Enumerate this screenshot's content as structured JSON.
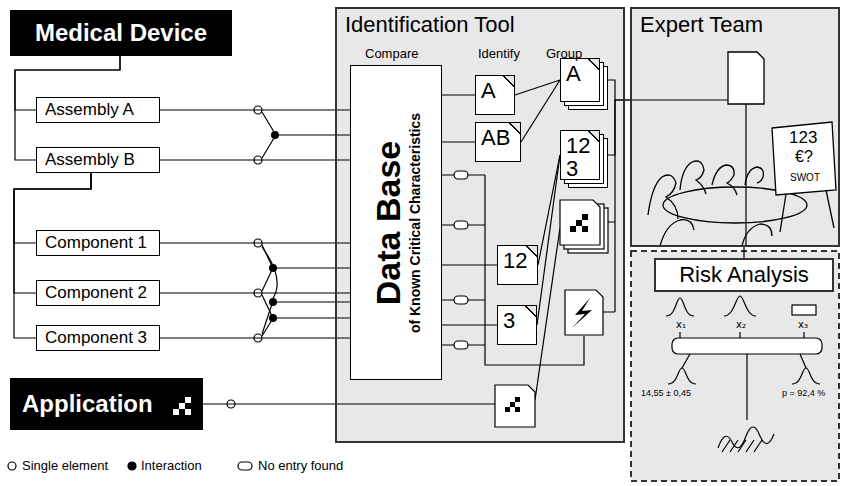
{
  "diagram": {
    "nodes": [
      {
        "text": [
          "Medical Device"
        ]
      },
      {
        "text": [
          "Assembly A"
        ]
      },
      {
        "text": [
          "Assembly B"
        ]
      },
      {
        "text": [
          "Component 1"
        ]
      },
      {
        "text": [
          "Component 2"
        ]
      },
      {
        "text": [
          "Component 3"
        ]
      },
      {
        "text": [
          "Application"
        ]
      },
      {
        "text": [
          "Identification Tool"
        ]
      },
      {
        "text": [
          "Data Base",
          "of Known Critical Characteristics"
        ],
        "in": 7
      },
      {
        "text": [
          "A"
        ],
        "in": 7
      },
      {
        "text": [
          "AB"
        ],
        "in": 7
      },
      {
        "text": [
          "12"
        ],
        "in": 7
      },
      {
        "text": [
          "3"
        ],
        "in": 7
      },
      {
        "text": [
          "A"
        ],
        "in": 7
      },
      {
        "text": [
          "12 3"
        ],
        "in": 7
      },
      {
        "text": [
          "Expert Team"
        ]
      },
      {
        "text": [
          "Risk Analysis"
        ]
      }
    ],
    "edges": [
      {
        "from": 0,
        "to": 1,
        "arrow": "none"
      },
      {
        "from": 0,
        "to": 2,
        "arrow": "none"
      },
      {
        "from": 2,
        "to": 3,
        "arrow": "none"
      },
      {
        "from": 2,
        "to": 4,
        "arrow": "none"
      },
      {
        "from": 2,
        "to": 5,
        "arrow": "none"
      },
      {
        "from": 1,
        "to": 8,
        "arrow": "none"
      },
      {
        "from": 2,
        "to": 8,
        "arrow": "none"
      },
      {
        "from": 3,
        "to": 8,
        "arrow": "none"
      },
      {
        "from": 4,
        "to": 8,
        "arrow": "none"
      },
      {
        "from": 5,
        "to": 8,
        "arrow": "none"
      },
      {
        "from": 6,
        "to": 7,
        "arrow": "none"
      },
      {
        "from": 8,
        "to": 9,
        "arrow": "none"
      },
      {
        "from": 8,
        "to": 10,
        "arrow": "none"
      },
      {
        "from": 8,
        "to": 11,
        "arrow": "none"
      },
      {
        "from": 8,
        "to": 12,
        "arrow": "none"
      },
      {
        "from": 9,
        "to": 13,
        "arrow": "none"
      },
      {
        "from": 10,
        "to": 13,
        "arrow": "none"
      },
      {
        "from": 11,
        "to": 14,
        "arrow": "none"
      },
      {
        "from": 12,
        "to": 14,
        "arrow": "none"
      },
      {
        "from": 13,
        "to": 15,
        "arrow": "none"
      },
      {
        "from": 14,
        "to": 15,
        "arrow": "none"
      },
      {
        "from": 15,
        "to": 16,
        "arrow": "none"
      }
    ],
    "labels": [
      "Compare",
      "Identify",
      "Group",
      "123",
      "€?",
      "SWOT",
      "x₁",
      "x₂",
      "x₃",
      "14,55 ± 0,45",
      "p = 92,4 %"
    ],
    "legend": [
      {
        "text": "Single element"
      },
      {
        "text": "Interaction"
      },
      {
        "text": "No entry found"
      }
    ]
  }
}
